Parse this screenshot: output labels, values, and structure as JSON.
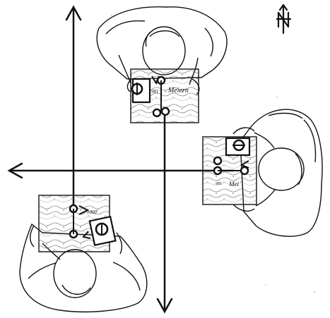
{
  "north_symbol": "N",
  "maps": {
    "top": {
      "label": "Meiern",
      "number": "981"
    },
    "right": {
      "label": "Mei",
      "number": "981"
    },
    "bottom": {
      "label": "",
      "number": "1000"
    }
  },
  "colors": {
    "ink": "#111111",
    "paper": "#ffffff"
  },
  "icons": [
    "north-arrow-icon",
    "compass-icon",
    "direction-arrow-icon"
  ]
}
